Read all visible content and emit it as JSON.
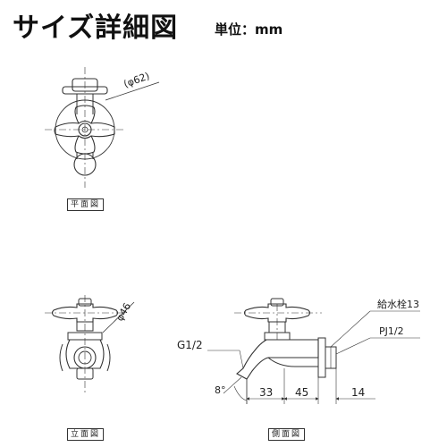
{
  "header": {
    "title": "サイズ詳細図",
    "unit": "単位：mm"
  },
  "views": {
    "plan": "平面図",
    "front": "立面図",
    "side": "側面図"
  },
  "dimensions": {
    "plan_diameter": "(φ62)",
    "front_diameter": "φ46",
    "thread": "G1/2",
    "spout_angle": "8°",
    "len_a": "33",
    "len_b": "45",
    "len_c": "14",
    "inlet_name": "給水栓13",
    "inlet_thread": "PJ1/2"
  }
}
